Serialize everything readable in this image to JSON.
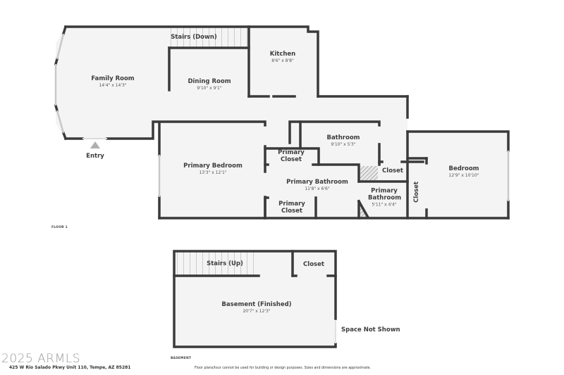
{
  "floor1": {
    "label": "FLOOR 1",
    "entry_label": "Entry",
    "rooms": [
      {
        "name": "Family Room",
        "dims": "14'4\" x 14'3\""
      },
      {
        "name": "Stairs (Down)",
        "dims": ""
      },
      {
        "name": "Dining Room",
        "dims": "9'10\" x 9'1\""
      },
      {
        "name": "Kitchen",
        "dims": "8'6\" x 8'8\""
      },
      {
        "name": "Bathroom",
        "dims": "9'10\" x 5'3\""
      },
      {
        "name": "Primary Bedroom",
        "dims": "13'3\" x 12'1\""
      },
      {
        "name": "Primary Closet",
        "dims": ""
      },
      {
        "name": "Primary Bathroom",
        "dims": "11'8\" x 6'6\""
      },
      {
        "name": "Primary Closet",
        "dims": ""
      },
      {
        "name": "Closet",
        "dims": ""
      },
      {
        "name": "Primary Bathroom",
        "dims": "5'11\" x 4'4\""
      },
      {
        "name": "Closet",
        "dims": ""
      },
      {
        "name": "Bedroom",
        "dims": "12'9\" x 10'10\""
      }
    ]
  },
  "basement": {
    "label": "BASEMENT",
    "rooms": [
      {
        "name": "Stairs (Up)",
        "dims": ""
      },
      {
        "name": "Closet",
        "dims": ""
      },
      {
        "name": "Basement (Finished)",
        "dims": "20'7\" x 12'3\""
      }
    ],
    "note": "Space Not Shown"
  },
  "footer": {
    "watermark": "2025 ARMLS",
    "address": "425 W Rio Salado Pkwy Unit 110, Tempe, AZ 85281",
    "disclaimer": "Floor plans/tour cannot be used for building or design purposes. Sizes and dimensions are approximate."
  },
  "colors": {
    "wall": "#3a3a3a",
    "floor": "#f4f4f4",
    "window": "#cfcfcf",
    "entry_marker": "#b0b0b0"
  }
}
